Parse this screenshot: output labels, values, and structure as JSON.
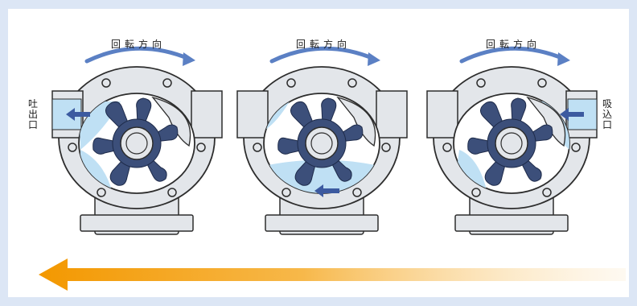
{
  "pumps": [
    {
      "rotation_label": "回転方向",
      "port_label": "吐出口"
    },
    {
      "rotation_label": "回転方向"
    },
    {
      "rotation_label": "回転方向",
      "port_label": "吸込口"
    }
  ],
  "colors": {
    "body_fill": "#e3e6ea",
    "body_stroke": "#2d2d2d",
    "water_fill": "#bfe0f4",
    "impeller": "#3c4f7a",
    "rotation_arrow": "#5b80c4",
    "flow_arrow_start": "#f39800",
    "flow_arrow_end": "#fdf1dc"
  }
}
